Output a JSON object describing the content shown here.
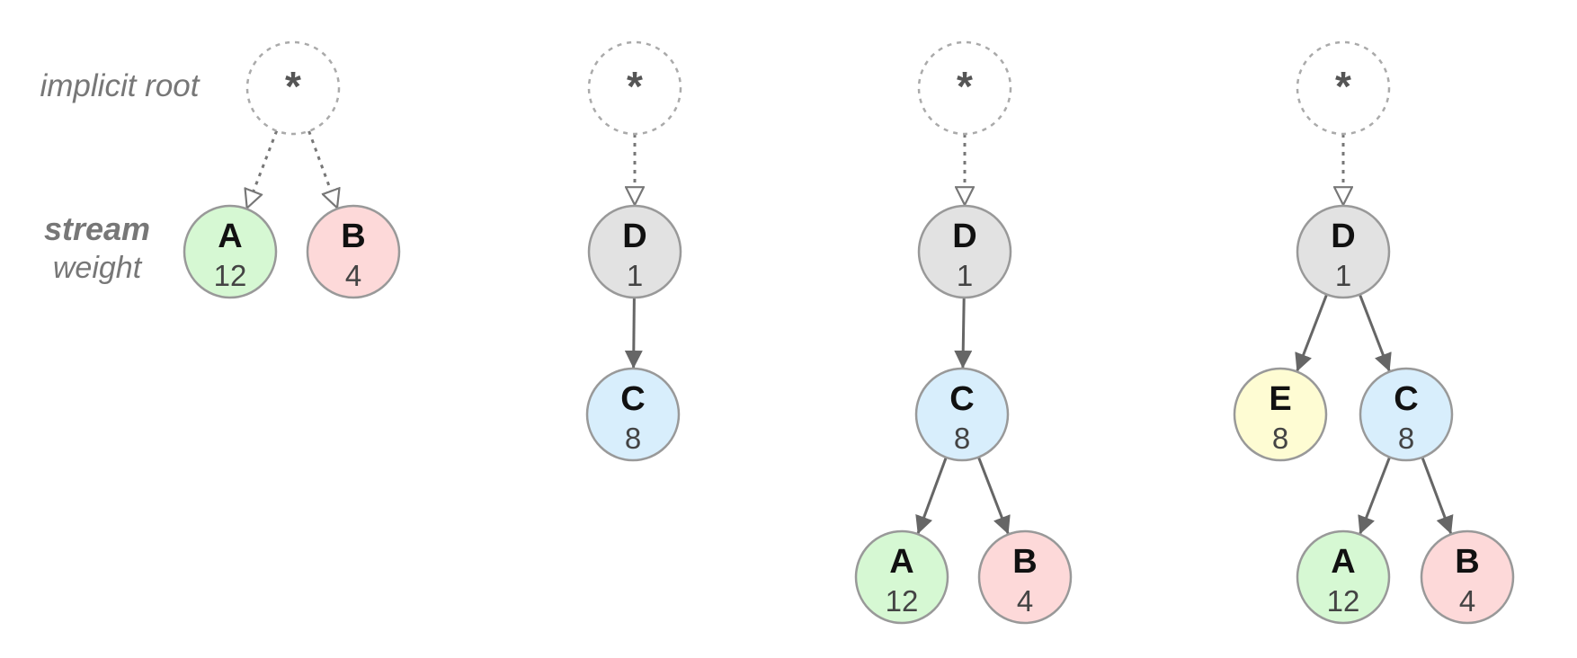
{
  "legend": {
    "root_label": "implicit root",
    "stream_label": "stream",
    "weight_label": "weight"
  },
  "colors": {
    "green": "#d6f8d3",
    "red": "#fdd9d9",
    "gray": "#e2e2e2",
    "blue": "#d8eefc",
    "yellow": "#fefcd3",
    "node_stroke": "#999999",
    "root_stroke": "#aaaaaa",
    "edge": "#666666",
    "dashed_edge": "#777777"
  },
  "trees": [
    {
      "root": {
        "label": "*"
      },
      "nodes": [
        {
          "id": "A",
          "label": "A",
          "weight": "12",
          "color": "green"
        },
        {
          "id": "B",
          "label": "B",
          "weight": "4",
          "color": "red"
        }
      ],
      "edges": [
        {
          "from": "root",
          "to": "A"
        },
        {
          "from": "root",
          "to": "B"
        }
      ]
    },
    {
      "root": {
        "label": "*"
      },
      "nodes": [
        {
          "id": "D",
          "label": "D",
          "weight": "1",
          "color": "gray"
        },
        {
          "id": "C",
          "label": "C",
          "weight": "8",
          "color": "blue"
        }
      ],
      "edges": [
        {
          "from": "root",
          "to": "D"
        },
        {
          "from": "D",
          "to": "C"
        }
      ]
    },
    {
      "root": {
        "label": "*"
      },
      "nodes": [
        {
          "id": "D",
          "label": "D",
          "weight": "1",
          "color": "gray"
        },
        {
          "id": "C",
          "label": "C",
          "weight": "8",
          "color": "blue"
        },
        {
          "id": "A",
          "label": "A",
          "weight": "12",
          "color": "green"
        },
        {
          "id": "B",
          "label": "B",
          "weight": "4",
          "color": "red"
        }
      ],
      "edges": [
        {
          "from": "root",
          "to": "D"
        },
        {
          "from": "D",
          "to": "C"
        },
        {
          "from": "C",
          "to": "A"
        },
        {
          "from": "C",
          "to": "B"
        }
      ]
    },
    {
      "root": {
        "label": "*"
      },
      "nodes": [
        {
          "id": "D",
          "label": "D",
          "weight": "1",
          "color": "gray"
        },
        {
          "id": "E",
          "label": "E",
          "weight": "8",
          "color": "yellow"
        },
        {
          "id": "C",
          "label": "C",
          "weight": "8",
          "color": "blue"
        },
        {
          "id": "A",
          "label": "A",
          "weight": "12",
          "color": "green"
        },
        {
          "id": "B",
          "label": "B",
          "weight": "4",
          "color": "red"
        }
      ],
      "edges": [
        {
          "from": "root",
          "to": "D"
        },
        {
          "from": "D",
          "to": "E"
        },
        {
          "from": "D",
          "to": "C"
        },
        {
          "from": "C",
          "to": "A"
        },
        {
          "from": "C",
          "to": "B"
        }
      ]
    }
  ]
}
